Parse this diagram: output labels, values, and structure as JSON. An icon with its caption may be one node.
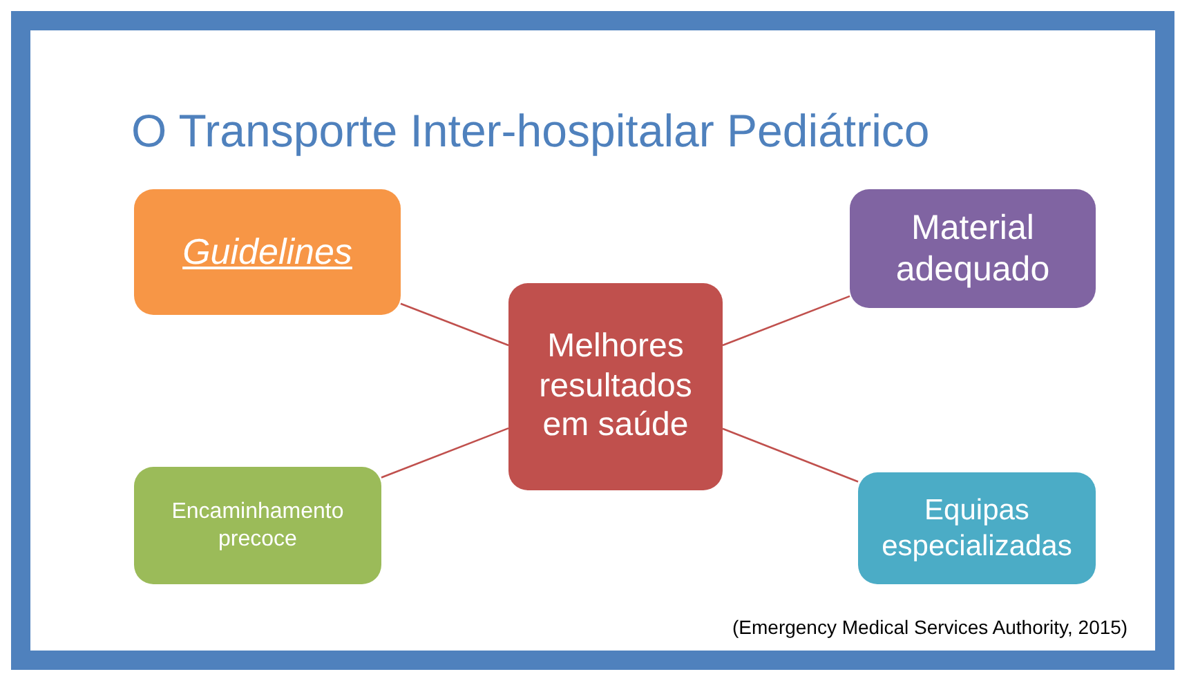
{
  "diagram": {
    "title": "O Transporte Inter-hospitalar Pediátrico",
    "nodes": [
      {
        "text": [
          "Guidelines"
        ]
      },
      {
        "text": [
          "Material adequado"
        ]
      },
      {
        "text": [
          "Melhores resultados em saúde"
        ]
      },
      {
        "text": [
          "Encaminhamento precoce"
        ]
      },
      {
        "text": [
          "Equipas especializadas"
        ]
      }
    ],
    "edges": [
      {
        "from": 2,
        "to": 0,
        "arrow": "none"
      },
      {
        "from": 2,
        "to": 1,
        "arrow": "none"
      },
      {
        "from": 2,
        "to": 3,
        "arrow": "none"
      },
      {
        "from": 2,
        "to": 4,
        "arrow": "none"
      }
    ],
    "labels": [
      "(Emergency Medical Services Authority, 2015)"
    ]
  }
}
